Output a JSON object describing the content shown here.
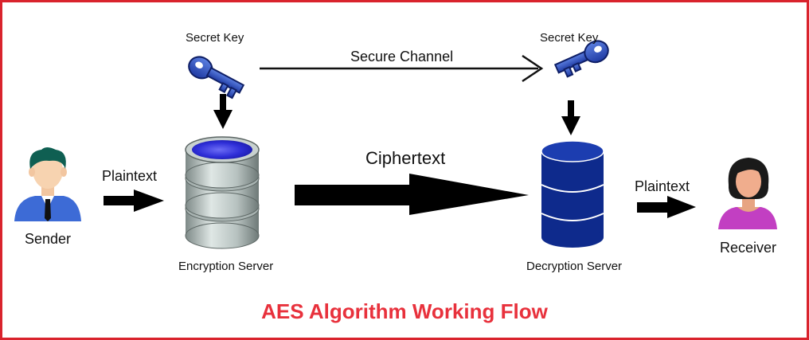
{
  "diagram": {
    "title": "AES Algorithm Working Flow",
    "title_color": "#e8313c",
    "nodes": {
      "sender": {
        "label": "Sender",
        "icon": "male-user-icon"
      },
      "encryption_server": {
        "label": "Encryption Server",
        "icon": "database-server-icon",
        "color": "#3b3be0"
      },
      "decryption_server": {
        "label": "Decryption Server",
        "icon": "database-server-icon",
        "color": "#0e2a8c"
      },
      "receiver": {
        "label": "Receiver",
        "icon": "female-user-icon"
      },
      "secret_key_left": {
        "label": "Secret Key",
        "icon": "key-icon"
      },
      "secret_key_right": {
        "label": "Secret Key",
        "icon": "key-icon"
      }
    },
    "edges": {
      "plaintext_in": {
        "label": "Plaintext"
      },
      "ciphertext": {
        "label": "Ciphertext"
      },
      "plaintext_out": {
        "label": "Plaintext"
      },
      "secure_channel": {
        "label": "Secure Channel"
      }
    },
    "border_color": "#d9232d"
  }
}
